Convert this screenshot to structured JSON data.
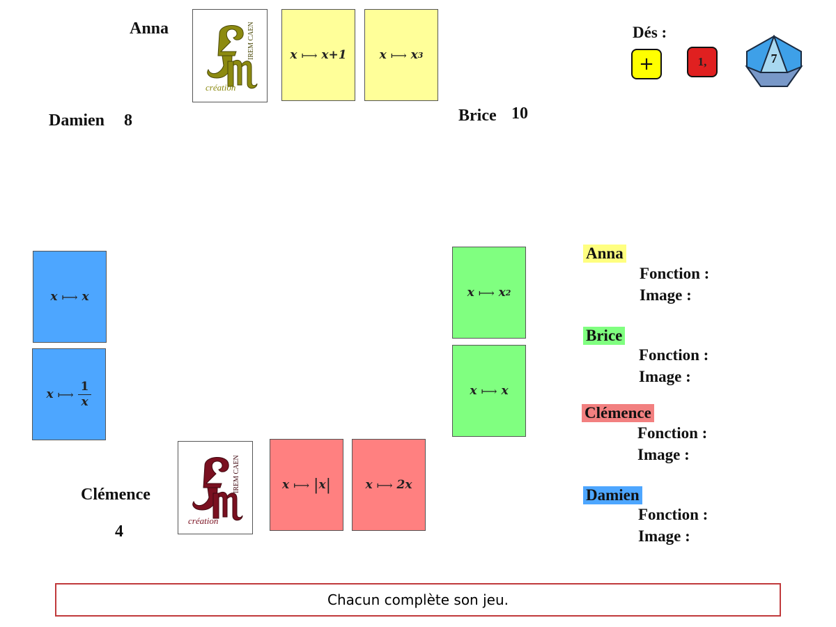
{
  "players": {
    "anna": {
      "name": "Anna",
      "color": "#ffff99"
    },
    "brice": {
      "name": "Brice",
      "score": "10",
      "color": "#80ff80"
    },
    "clemence": {
      "name": "Clémence",
      "score": "4",
      "color": "#ff8080"
    },
    "damien": {
      "name": "Damien",
      "score": "8",
      "color": "#4da6ff"
    }
  },
  "cards": {
    "maps_to": "⟼",
    "anna": [
      {
        "var": "x",
        "expr": "x+1"
      },
      {
        "var": "x",
        "expr": "x",
        "exponent": "3"
      }
    ],
    "brice": [
      {
        "var": "x",
        "expr": "x",
        "exponent": "2"
      },
      {
        "var": "x",
        "expr": "x"
      }
    ],
    "clemence": [
      {
        "var": "x",
        "expr": "x",
        "abs": "|"
      },
      {
        "var": "x",
        "expr": "2x"
      }
    ],
    "damien": [
      {
        "var": "x",
        "expr": "x"
      },
      {
        "var": "x",
        "numerator": "1",
        "denominator": "x"
      }
    ]
  },
  "logo": {
    "top": "IREM CAEN",
    "bottom": "création",
    "colors": {
      "anna": "#8c8a10",
      "clemence": "#7a1020"
    }
  },
  "dice": {
    "label": "Dés :",
    "operation": {
      "value": "+",
      "color": "#ffff00",
      "icon": "plus-icon"
    },
    "number": {
      "value": "1,",
      "color": "#e02020"
    },
    "octahedron": {
      "value": "7",
      "color": "#3ea0e8"
    }
  },
  "summary": {
    "fonction_label": "Fonction :",
    "image_label": "Image :",
    "entries": [
      {
        "name": "Anna",
        "color": "#ffff80"
      },
      {
        "name": "Brice",
        "color": "#80ff80"
      },
      {
        "name": "Clémence",
        "color": "#f28080"
      },
      {
        "name": "Damien",
        "color": "#4da6ff"
      }
    ]
  },
  "status": {
    "message": "Chacun complète son jeu.",
    "border_color": "#c0393b"
  }
}
